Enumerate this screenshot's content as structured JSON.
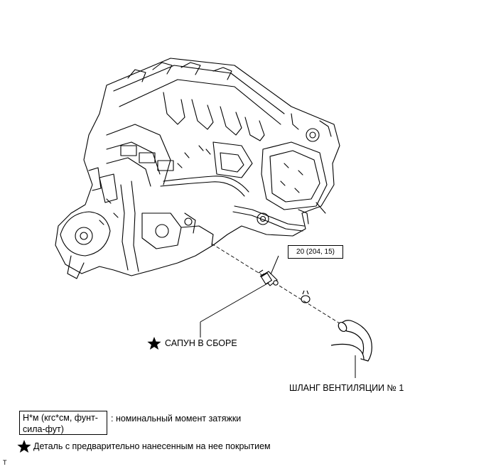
{
  "labels": {
    "torque": "20 (204, 15)",
    "breather": "САПУН В СБОРЕ",
    "hose": "ШЛАНГ ВЕНТИЛЯЦИИ № 1"
  },
  "legend": {
    "torque_units_line1": "Н*м (кгс*см, фунт-",
    "torque_units_line2": "сила-фут)",
    "torque_desc": ": номинальный момент затяжки",
    "precoat_desc": "Деталь с предварительно нанесенным на нее покрытием"
  },
  "footer_code": "T"
}
